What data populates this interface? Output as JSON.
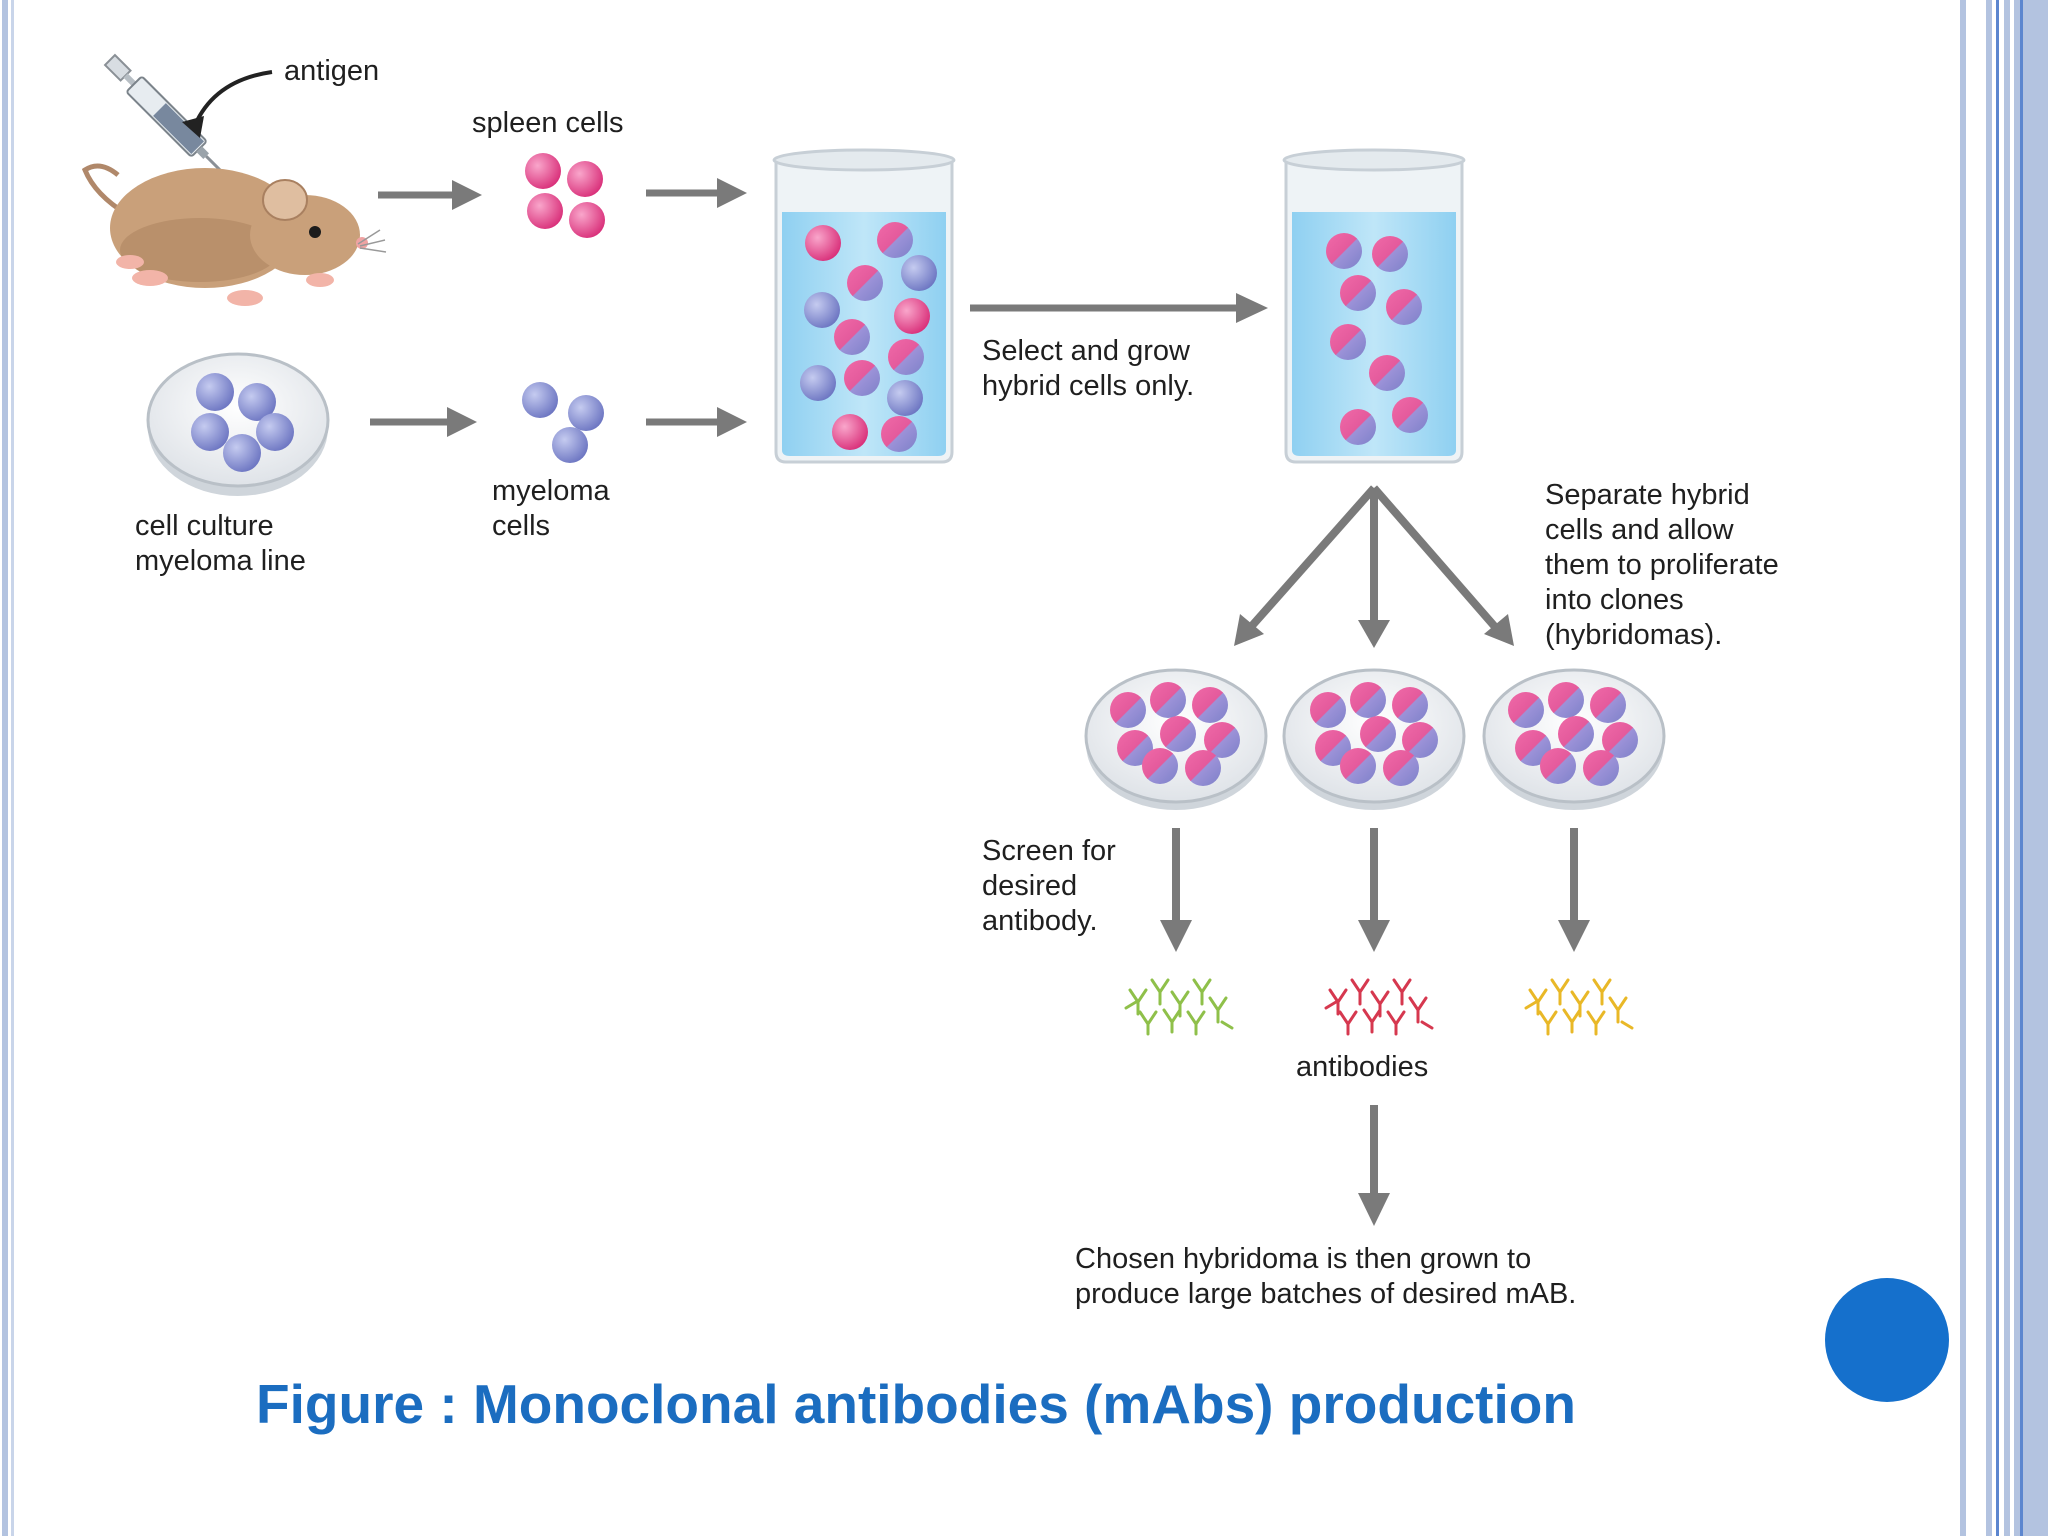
{
  "labels": {
    "antigen": "antigen",
    "spleen_cells": "spleen cells",
    "cell_culture": "cell culture\nmyeloma line",
    "myeloma_cells": "myeloma\ncells",
    "select_grow": "Select and grow\nhybrid cells only.",
    "separate": "Separate hybrid\ncells and allow\nthem to proliferate\ninto clones\n(hybridomas).",
    "screen": "Screen for\ndesired\nantibody.",
    "antibodies": "antibodies",
    "chosen": "Chosen hybridoma is then grown to\nproduce large batches of desired mAB."
  },
  "caption": "Figure : Monoclonal antibodies (mAbs) production",
  "colors": {
    "spleen_cell": "#e8458c",
    "myeloma_cell": "#8d95d3",
    "hybrid_cell": "#c46ab0",
    "medium": "#a9dcf5",
    "arrow": "#7a7a7a",
    "caption": "#1b6dc0",
    "antibody_green": "#8fc04a",
    "antibody_red": "#d6384f",
    "antibody_yellow": "#e9b827",
    "accent_dot": "#1570cc",
    "border": "#b3c3e0"
  }
}
